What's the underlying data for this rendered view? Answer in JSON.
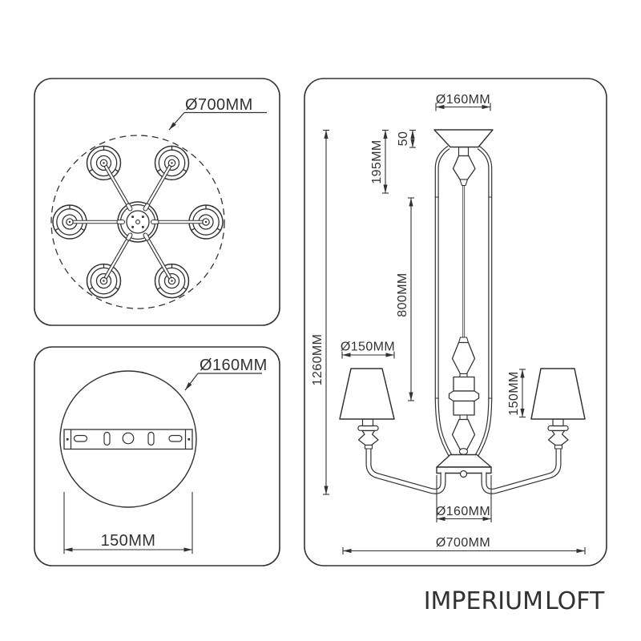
{
  "brand": {
    "name_primary": "IMPERIUM",
    "name_accent": "LOFT"
  },
  "colors": {
    "line": "#323234",
    "brand_primary": "#969698",
    "brand_accent": "#f29ea0",
    "background": "#ffffff"
  },
  "top_view_panel": {
    "diameter_label": "Ø700MM"
  },
  "mount_plate_panel": {
    "diameter_label": "Ø160MM",
    "bracket_width_label": "150MM"
  },
  "side_view_panel": {
    "canopy_diameter_label": "Ø160MM",
    "canopy_height_label": "50",
    "suspension_top_label": "195MM",
    "rod_length_label": "800MM",
    "total_height_label": "1260MM",
    "shade_diameter_label": "Ø150MM",
    "shade_height_label": "150MM",
    "base_diameter_label": "Ø160MM",
    "fixture_width_label": "Ø700MM"
  }
}
